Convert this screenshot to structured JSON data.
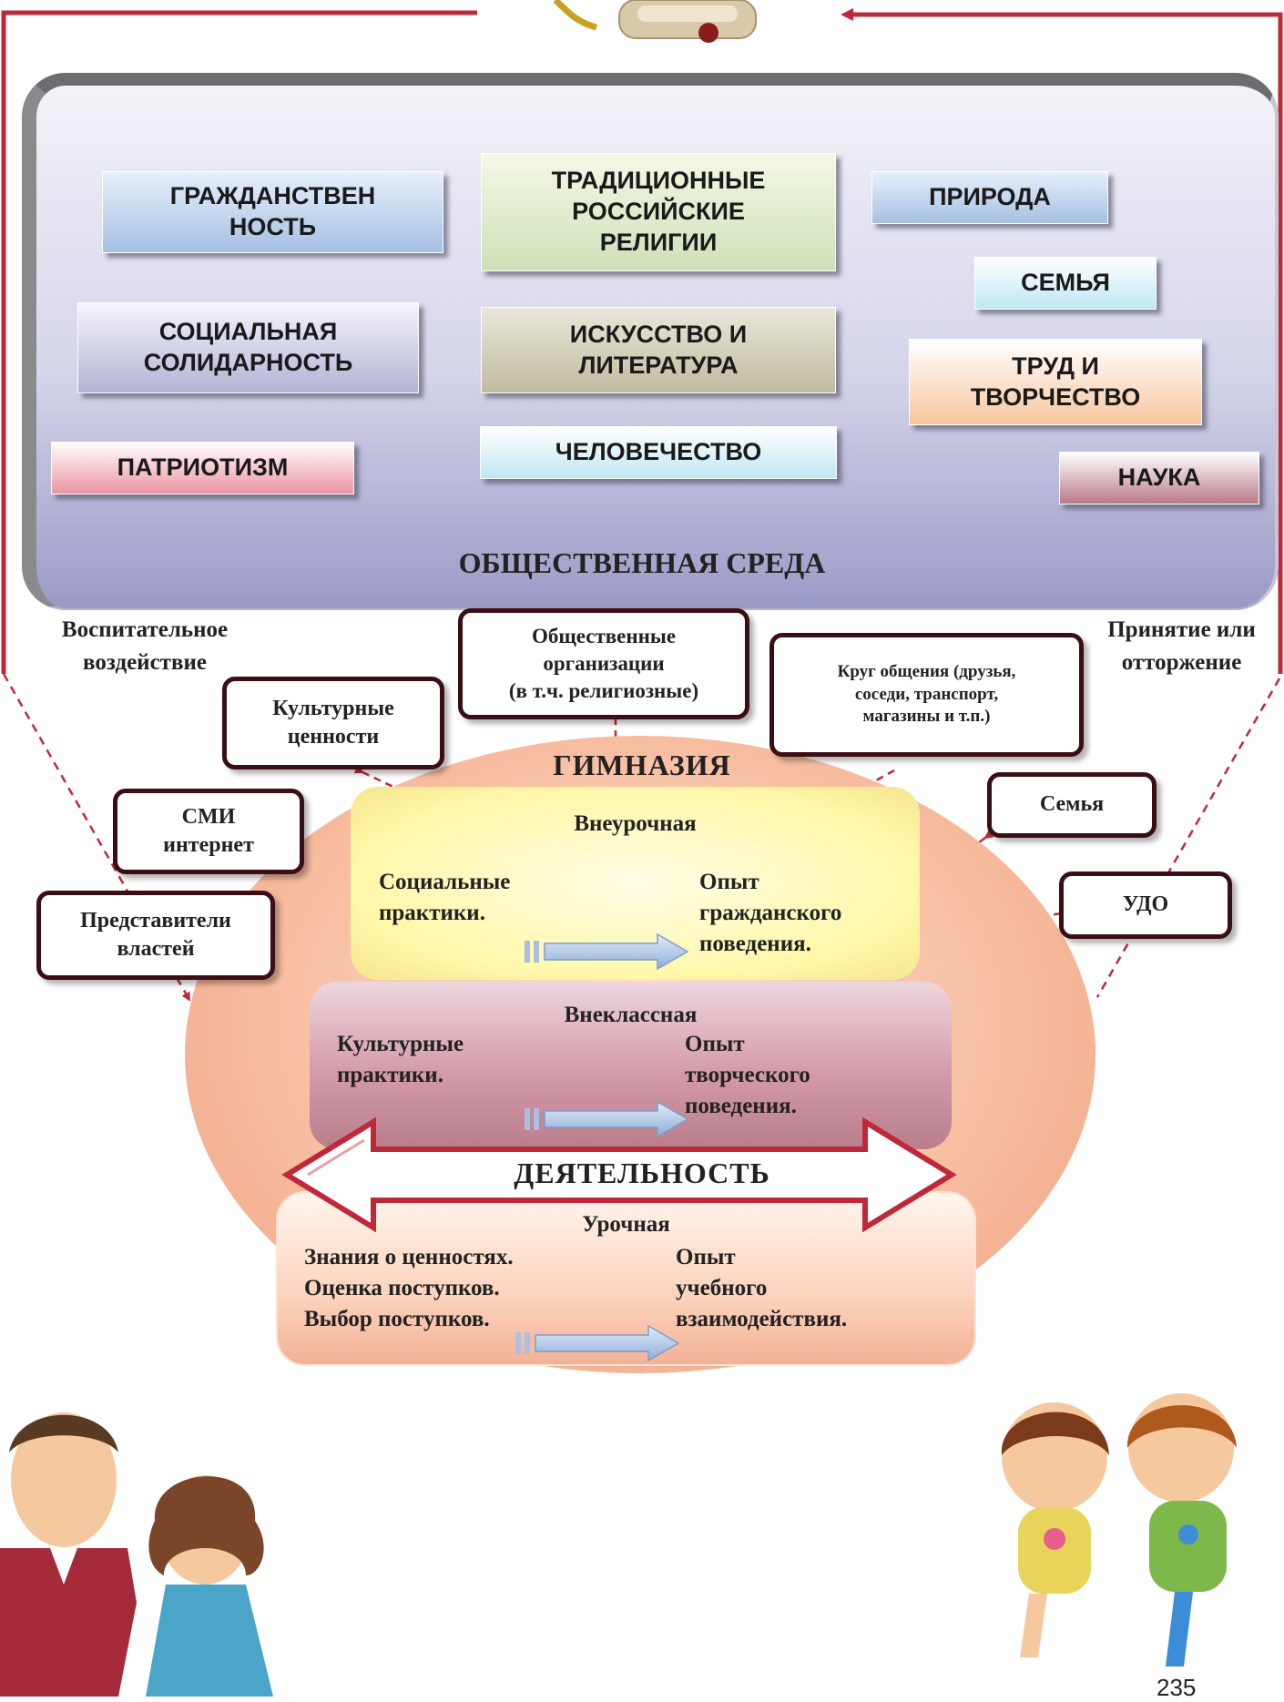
{
  "environment": {
    "title": "ОБЩЕСТВЕННАЯ СРЕДА",
    "values": [
      {
        "id": "citizenship",
        "label": "ГРАЖДАНСТВЕН\nНОСТЬ"
      },
      {
        "id": "religions",
        "label": "ТРАДИЦИОННЫЕ\nРОССИЙСКИЕ\nРЕЛИГИИ"
      },
      {
        "id": "nature",
        "label": "ПРИРОДА"
      },
      {
        "id": "family",
        "label": "СЕМЬЯ"
      },
      {
        "id": "solidarity",
        "label": "СОЦИАЛЬНАЯ\nСОЛИДАРНОСТЬ"
      },
      {
        "id": "art",
        "label": "ИСКУССТВО И\nЛИТЕРАТУРА"
      },
      {
        "id": "labor",
        "label": "ТРУД И\nТВОРЧЕСТВО"
      },
      {
        "id": "patriotism",
        "label": "ПАТРИОТИЗМ"
      },
      {
        "id": "humanity",
        "label": "ЧЕЛОВЕЧЕСТВО"
      },
      {
        "id": "science",
        "label": "НАУКА"
      }
    ]
  },
  "flows": {
    "left": "Воспитательное\nвоздействие",
    "right": "Принятие или\nотторжение"
  },
  "factors": [
    {
      "id": "public-orgs",
      "label": "Общественные\nорганизации\n(в т.ч. религиозные)"
    },
    {
      "id": "social-circle",
      "label": "Круг общения (друзья,\nсоседи, транспорт,\nмагазины и т.п.)"
    },
    {
      "id": "cultural-values",
      "label": "Культурные\nценности"
    },
    {
      "id": "media",
      "label": "СМИ\nинтернет"
    },
    {
      "id": "authorities",
      "label": "Представители\nвластей"
    },
    {
      "id": "family",
      "label": "Семья"
    },
    {
      "id": "udo",
      "label": "УДО"
    }
  ],
  "gymnasium": {
    "title": "ГИМНАЗИЯ",
    "activity": "ДЕЯТЕЛЬНОСТЬ",
    "zones": [
      {
        "id": "extracurricular",
        "title": "Внеурочная",
        "practice": "Социальные\nпрактики.",
        "experience": "Опыт\nгражданского\nповедения."
      },
      {
        "id": "out-of-class",
        "title": "Внеклассная",
        "practice": "Культурные\nпрактики.",
        "experience": "Опыт\nтворческого\nповедения."
      },
      {
        "id": "lesson",
        "title": "Урочная",
        "practice": "Знания о ценностях.\nОценка поступков.\nВыбор поступков.",
        "experience": "Опыт\nучебного\nвзаимодействия."
      }
    ]
  },
  "page_number": "235",
  "colors": {
    "frame_red": "#c0283a",
    "factor_border": "#3a0e14",
    "ellipse": "#f7bb9e"
  }
}
